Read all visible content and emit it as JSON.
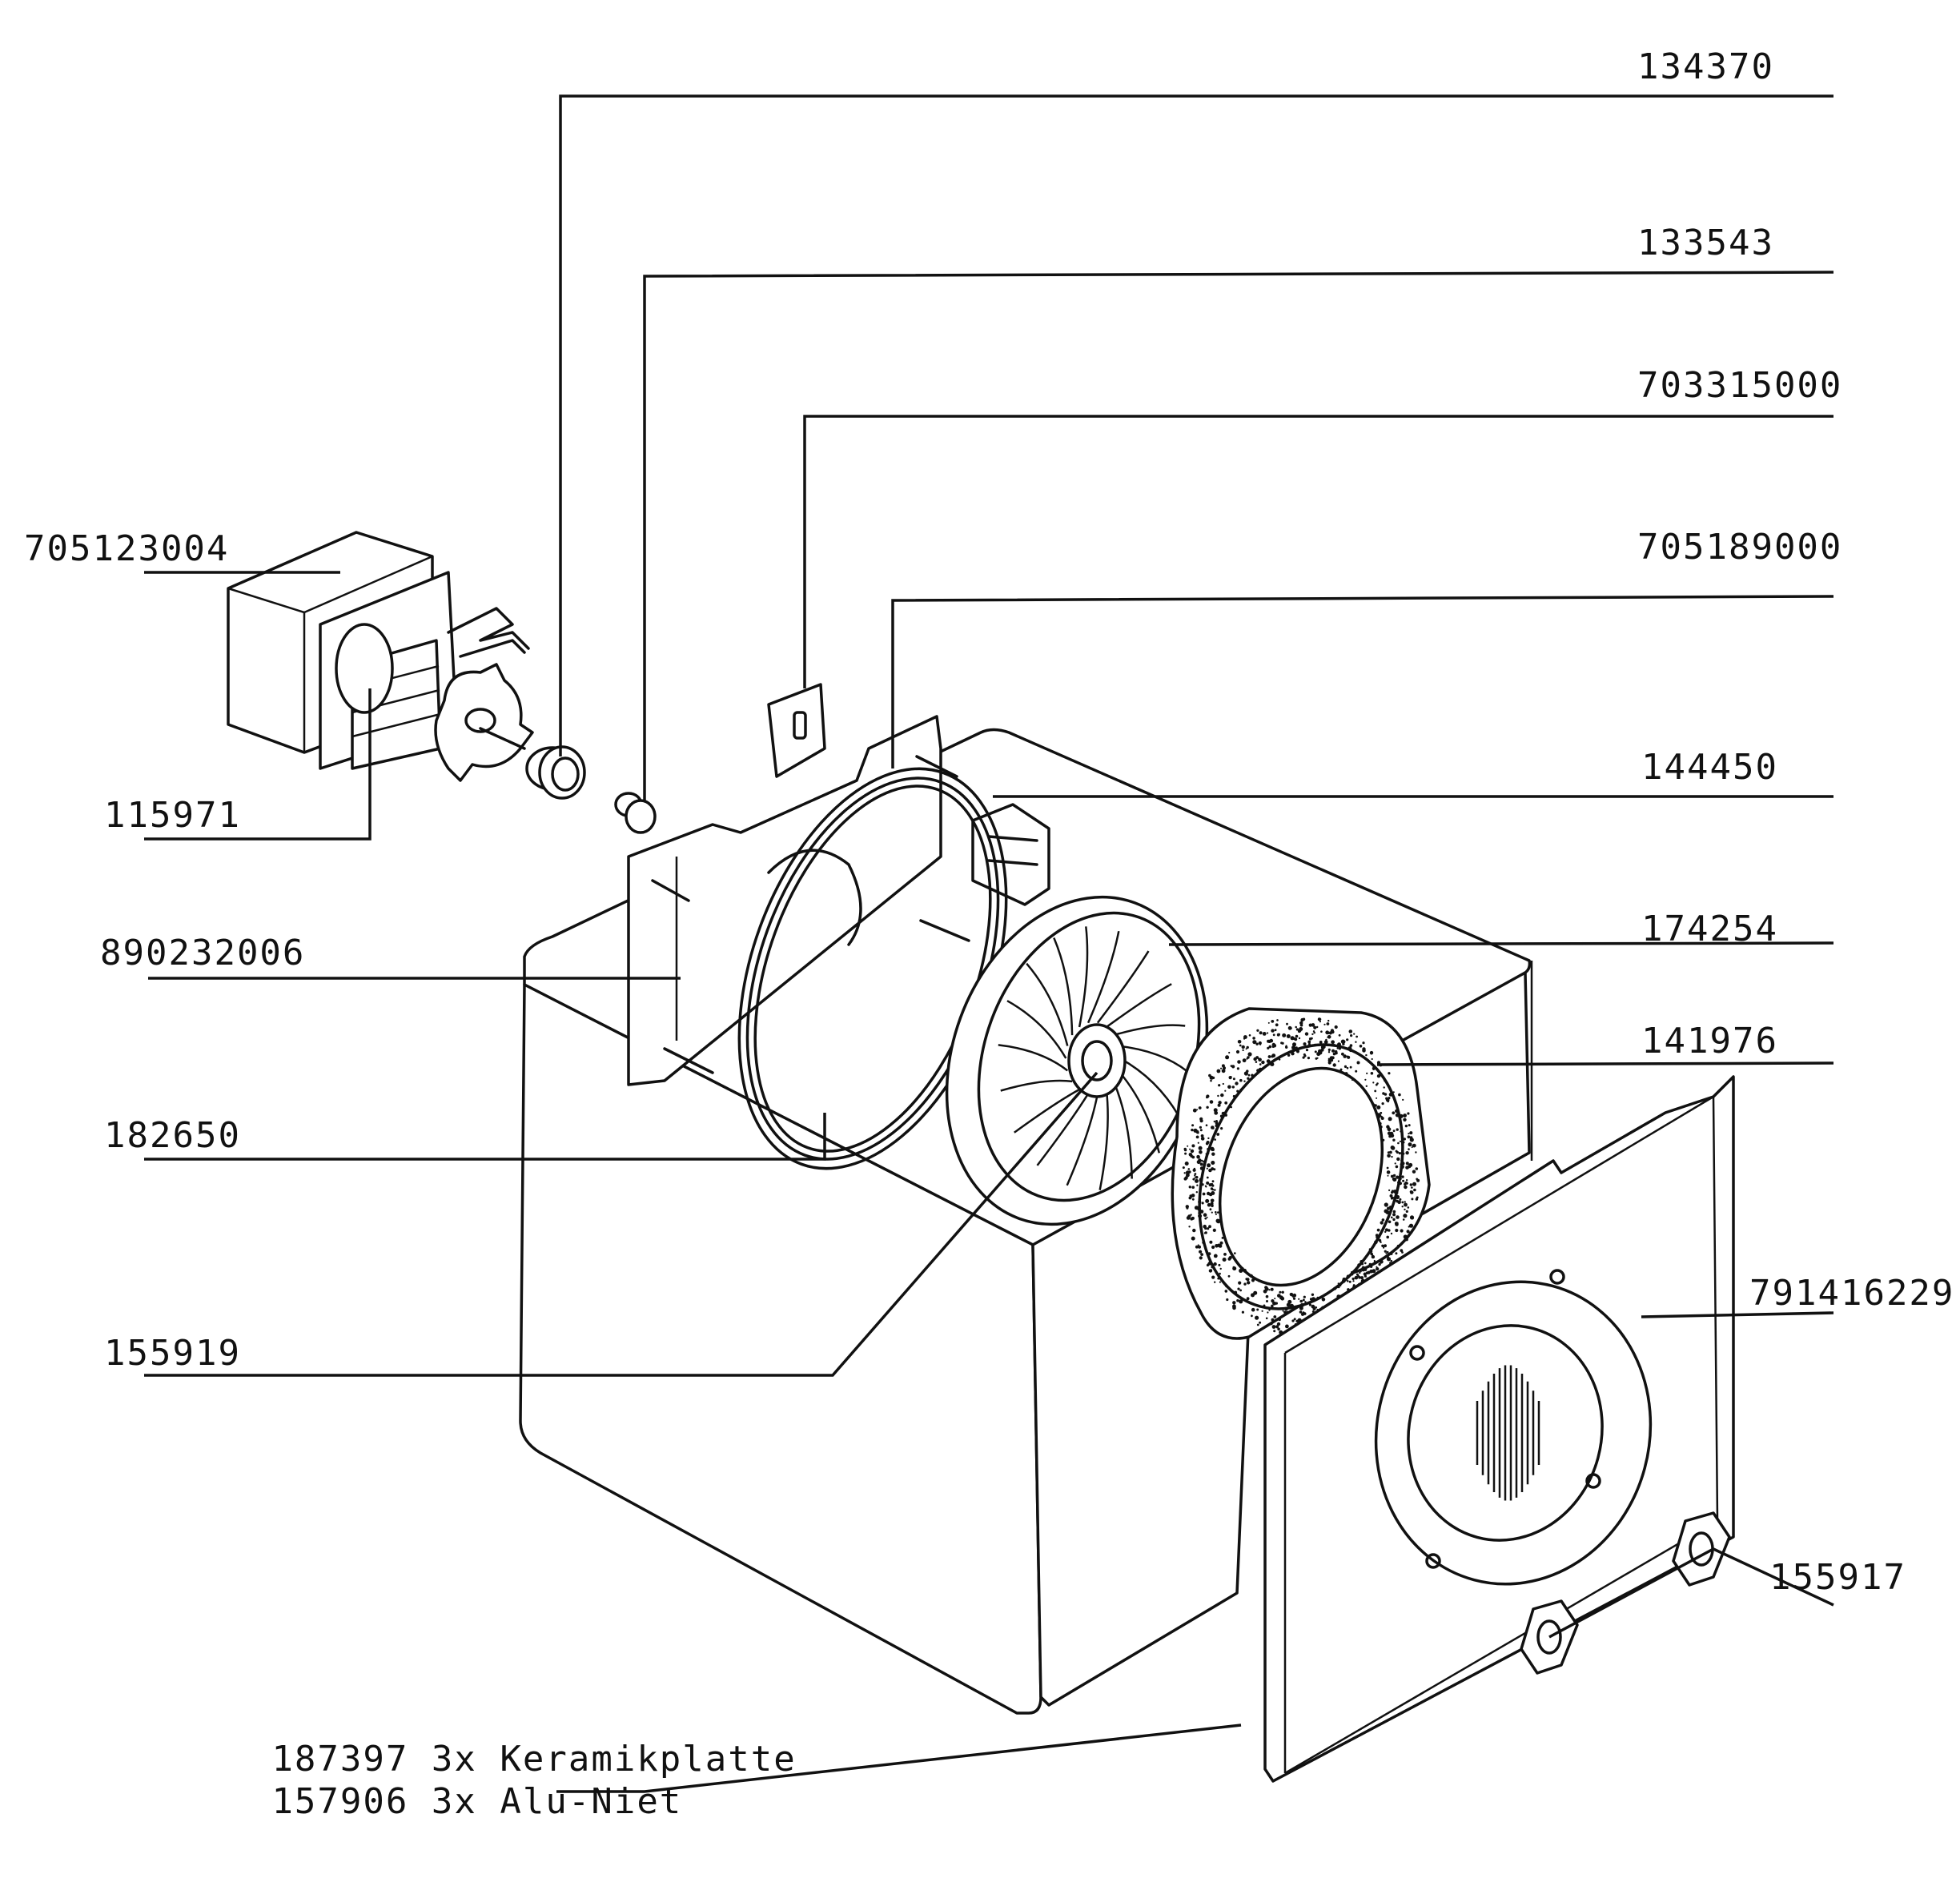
{
  "parts": [
    {
      "id": "p134370",
      "number": "134370"
    },
    {
      "id": "p133543",
      "number": "133543"
    },
    {
      "id": "p703315000",
      "number": "703315000"
    },
    {
      "id": "p705189000",
      "number": "705189000"
    },
    {
      "id": "p144450",
      "number": "144450"
    },
    {
      "id": "p174254",
      "number": "174254"
    },
    {
      "id": "p141976",
      "number": "141976"
    },
    {
      "id": "p791416229",
      "number": "791416229"
    },
    {
      "id": "p155917",
      "number": "155917"
    },
    {
      "id": "p705123004",
      "number": "705123004"
    },
    {
      "id": "p115971",
      "number": "115971"
    },
    {
      "id": "p890232006",
      "number": "890232006"
    },
    {
      "id": "p182650",
      "number": "182650"
    },
    {
      "id": "p155919",
      "number": "155919"
    }
  ],
  "notes": [
    {
      "number": "187397",
      "qty": "3x",
      "name": "Keramikplatte"
    },
    {
      "number": "157906",
      "qty": "3x",
      "name": "Alu-Niet"
    }
  ]
}
